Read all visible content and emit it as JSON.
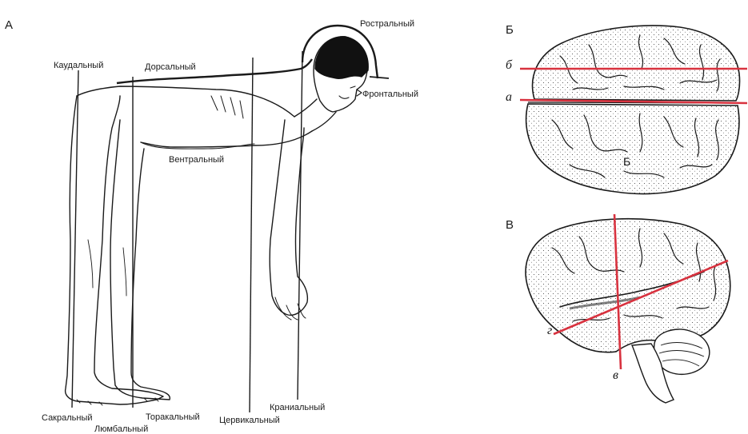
{
  "panels": {
    "a": "А",
    "b": "Б",
    "v": "В"
  },
  "labels": {
    "rostral": "Ростральный",
    "caudal": "Каудальный",
    "dorsal": "Дорсальный",
    "frontal": "Фронтальный",
    "ventral": "Вентральный",
    "sacral": "Сакральный",
    "lumbar": "Люмбальный",
    "thoracic": "Торакальный",
    "cervical": "Цервикальный",
    "cranial": "Краниальный"
  },
  "cut_labels": {
    "b": "б",
    "a": "а",
    "g": "г",
    "v": "в"
  },
  "inline_letter": "Б",
  "colors": {
    "cut_line": "#d8323f",
    "ink": "#1a1a1a",
    "brain_fill": "#f4f4f4"
  }
}
